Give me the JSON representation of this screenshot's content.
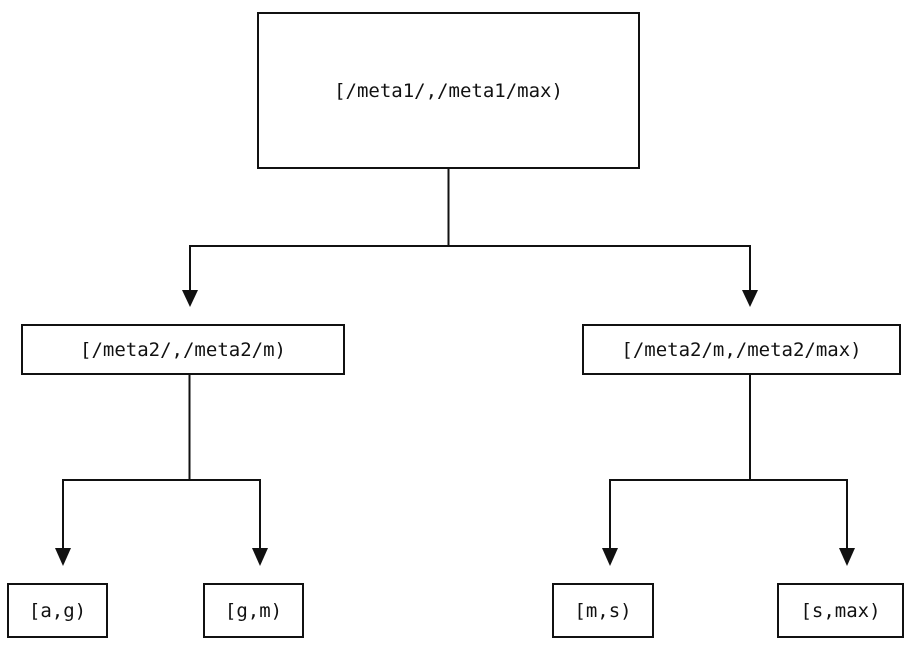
{
  "diagram": {
    "type": "binary-interval-tree",
    "background_color": "#ffffff",
    "ink_color": "#111111",
    "tree": {
      "label": "[/meta1/,/meta1/max)",
      "children": [
        {
          "label": "[/meta2/,/meta2/m)",
          "children": [
            {
              "label": "[a,g)"
            },
            {
              "label": "[g,m)"
            }
          ]
        },
        {
          "label": "[/meta2/m,/meta2/max)",
          "children": [
            {
              "label": "[m,s)"
            },
            {
              "label": "[s,max)"
            }
          ]
        }
      ]
    }
  }
}
